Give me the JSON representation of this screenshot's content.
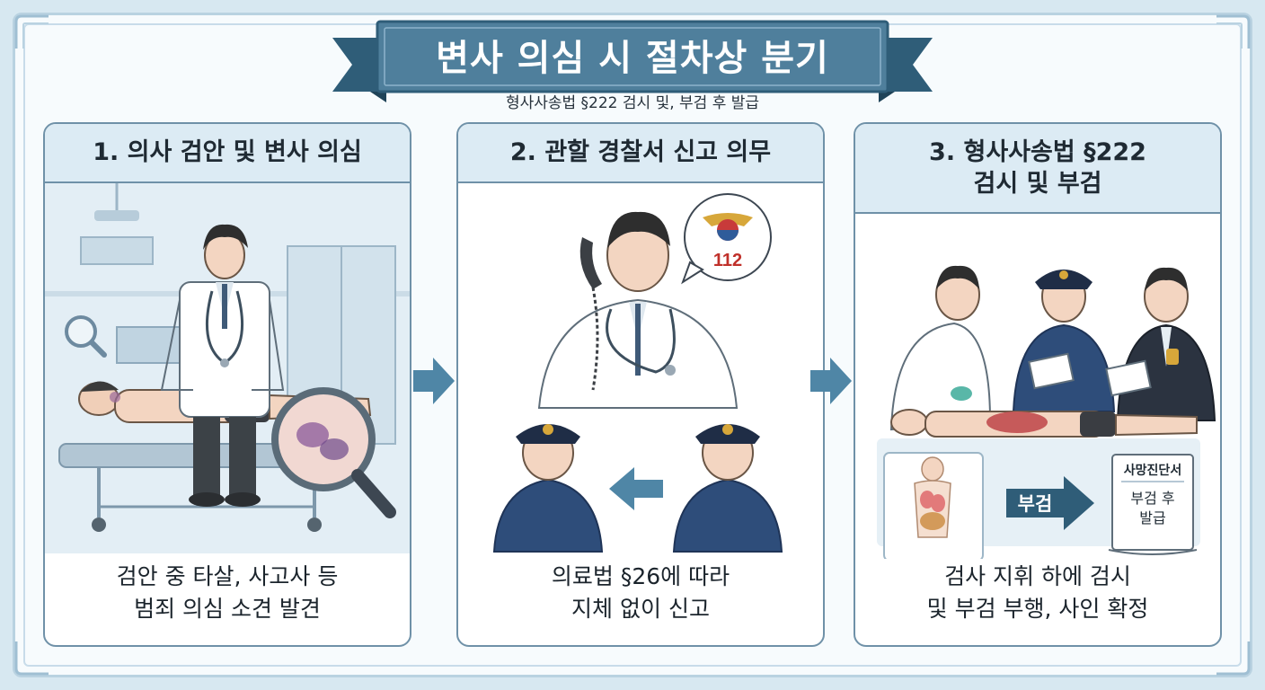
{
  "title": "변사 의심 시 절차상 분기",
  "subtitle": "형사사송법 §222 검시 및, 부검 후 발급",
  "colors": {
    "banner": "#4f7f9c",
    "banner_dark": "#2f5d78",
    "panel_border": "#6f91a8",
    "panel_header": "#dcebf4",
    "arrow": "#4f86a6"
  },
  "panels": [
    {
      "heading": "1. 의사 검안 및 변사 의심",
      "caption_line1": "검안 중 타살, 사고사 등",
      "caption_line2": "범죄 의심 소견 발견"
    },
    {
      "heading": "2. 관할 경찰서 신고 의무",
      "badge_number": "112",
      "caption_line1": "의료법 §26에 따라",
      "caption_line2": "지체 없이 신고"
    },
    {
      "heading_line1": "3. 형사사송법 §222",
      "heading_line2": "검시 및 부검",
      "autopsy_label": "부검",
      "certificate_title": "사망진단서",
      "certificate_line1": "부검 후",
      "certificate_line2": "발급",
      "caption_line1": "검사 지휘 하에 검시",
      "caption_line2": "및 부검 부행, 사인 확정"
    }
  ],
  "icons": [
    "magnifier-icon",
    "phone-icon",
    "police-emblem-icon",
    "left-arrow-icon",
    "right-arrow-icon"
  ]
}
